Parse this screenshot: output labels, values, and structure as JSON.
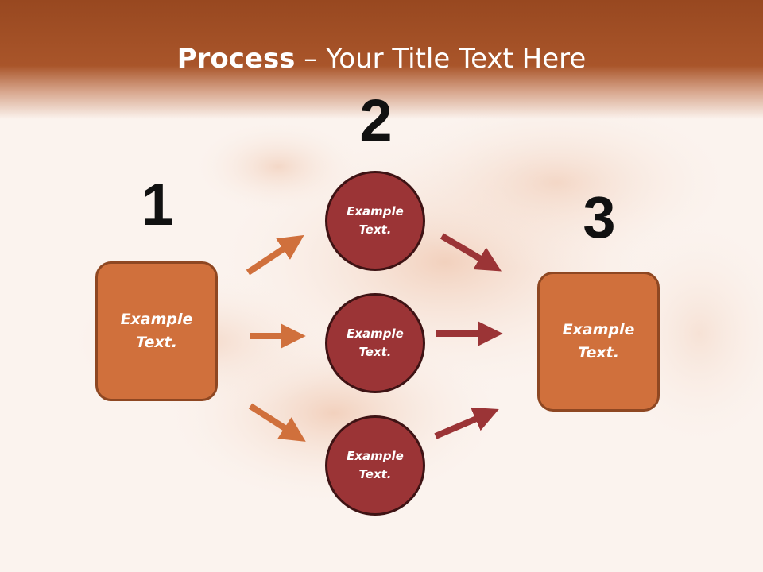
{
  "title": {
    "bold": "Process",
    "rest": " – Your Title Text Here"
  },
  "steps": [
    {
      "number": "1",
      "text": "Example Text."
    },
    {
      "number": "2",
      "items": [
        "Example Text.",
        "Example Text.",
        "Example Text."
      ]
    },
    {
      "number": "3",
      "text": "Example Text."
    }
  ],
  "colors": {
    "header": "#a9552a",
    "box_fill": "#d0703c",
    "box_border": "#8e4722",
    "circle_fill": "#9b3436",
    "circle_border": "#3e1314",
    "arrow_orange": "#d0703c",
    "arrow_red": "#9b3436"
  }
}
